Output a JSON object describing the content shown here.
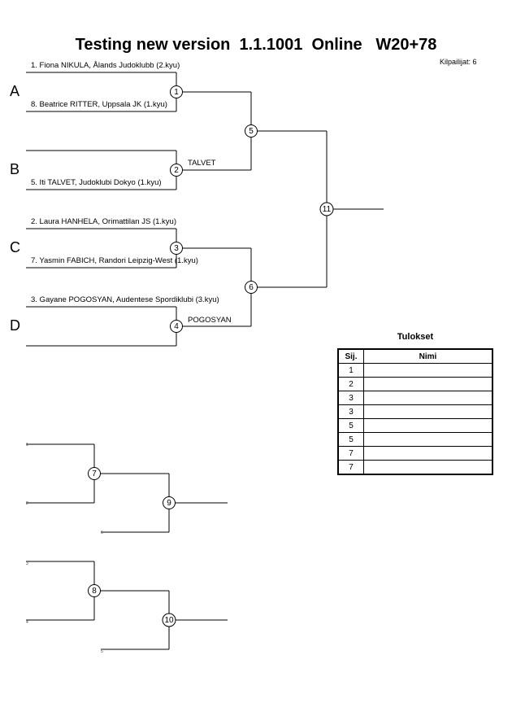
{
  "title": "Testing new version  1.1.1001  Online   W20+78",
  "competitors_label": "Kilpailijat: 6",
  "pools": [
    "A",
    "B",
    "C",
    "D"
  ],
  "entries": [
    "1. Fiona NIKULA, Ålands Judoklubb (2.kyu)",
    "8. Beatrice RITTER, Uppsala JK (1.kyu)",
    "5. Iti TALVET, Judoklubi Dokyo (1.kyu)",
    "2. Laura HANHELA, Orimattilan JS (1.kyu)",
    "7. Yasmin FABICH, Randori Leipzig-West (1.kyu)",
    "3. Gayane POGOSYAN, Audentese Spordiklubi (3.kyu)"
  ],
  "match_winners": [
    "TALVET",
    "POGOSYAN"
  ],
  "match_numbers": [
    "1",
    "2",
    "3",
    "4",
    "5",
    "6",
    "11",
    "7",
    "9",
    "8",
    "10"
  ],
  "repechage_seeds": [
    "1",
    "2",
    "6",
    "3",
    "4",
    "5"
  ],
  "results": {
    "title": "Tulokset",
    "headers": [
      "Sij.",
      "Nimi"
    ],
    "rows": [
      {
        "place": "1",
        "name": ""
      },
      {
        "place": "2",
        "name": ""
      },
      {
        "place": "3",
        "name": ""
      },
      {
        "place": "3",
        "name": ""
      },
      {
        "place": "5",
        "name": ""
      },
      {
        "place": "5",
        "name": ""
      },
      {
        "place": "7",
        "name": ""
      },
      {
        "place": "7",
        "name": ""
      }
    ]
  }
}
